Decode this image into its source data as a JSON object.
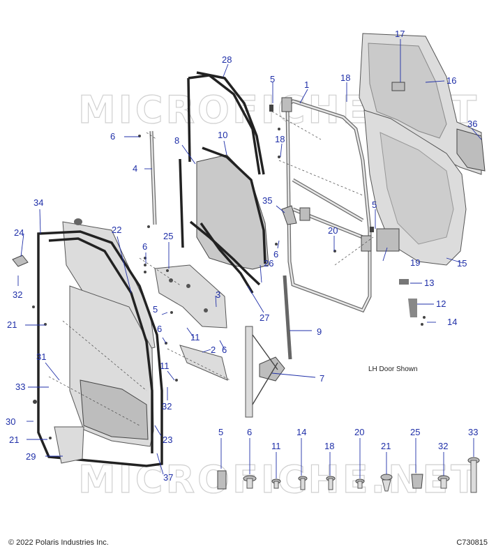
{
  "watermark": "MICROFICHE.NET",
  "note": "LH Door Shown",
  "copyright": "© 2022 Polaris Industries Inc.",
  "diagram_code": "C730815",
  "callouts": {
    "c1": "1",
    "c2": "2",
    "c3": "3",
    "c4": "4",
    "c5a": "5",
    "c5b": "5",
    "c5c": "5",
    "c5d": "5",
    "c6a": "6",
    "c6b": "6",
    "c6c": "6",
    "c6d": "6",
    "c6e": "6",
    "c6f": "6",
    "c7": "7",
    "c8": "8",
    "c9": "9",
    "c10": "10",
    "c11a": "11",
    "c11b": "11",
    "c11c": "11",
    "c12": "12",
    "c13": "13",
    "c14a": "14",
    "c14b": "14",
    "c15": "15",
    "c16": "16",
    "c17": "17",
    "c18a": "18",
    "c18b": "18",
    "c18c": "18",
    "c19": "19",
    "c20a": "20",
    "c20b": "20",
    "c21a": "21",
    "c21b": "21",
    "c21c": "21",
    "c22": "22",
    "c23": "23",
    "c24": "24",
    "c25a": "25",
    "c25b": "25",
    "c26": "26",
    "c27": "27",
    "c28": "28",
    "c29": "29",
    "c30": "30",
    "c31": "31",
    "c32a": "32",
    "c32b": "32",
    "c32c": "32",
    "c33a": "33",
    "c33b": "33",
    "c34": "34",
    "c35": "35",
    "c36": "36",
    "c37": "37"
  }
}
